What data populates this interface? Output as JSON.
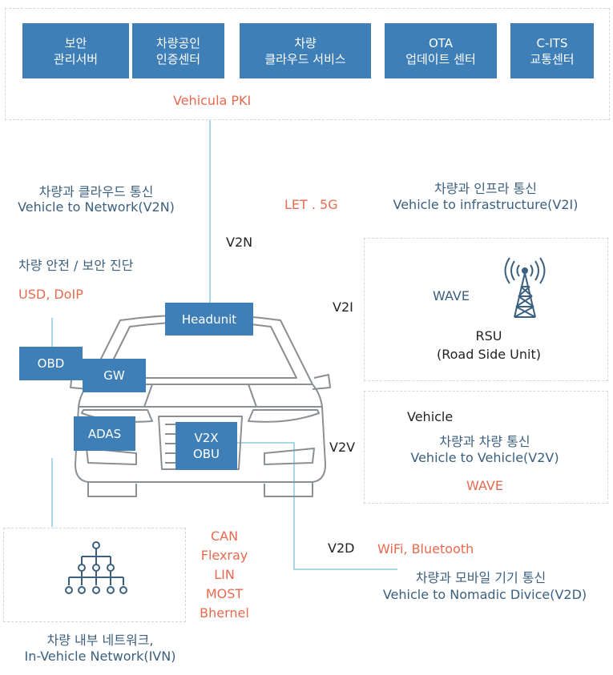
{
  "top_boxes": [
    {
      "line1": "보안",
      "line2": "관리서버"
    },
    {
      "line1": "차량공인",
      "line2": "인증센터"
    },
    {
      "line1": "차량",
      "line2": "클라우드 서비스"
    },
    {
      "line1": "OTA",
      "line2": "업데이트 센터"
    },
    {
      "line1": "C-ITS",
      "line2": "교통센터"
    }
  ],
  "vehicula_pki": "Vehicula PKI",
  "v2n": {
    "kr": "차량과 클라우드 통신",
    "en": "Vehicle to Network(V2N)",
    "tech": "LET . 5G",
    "tag": "V2N"
  },
  "v2i": {
    "kr": "차량과 인프라 통신",
    "en": "Vehicle to infrastructure(V2I)",
    "tag": "V2I",
    "wave": "WAVE",
    "rsu1": "RSU",
    "rsu2": "(Road Side Unit)"
  },
  "diag": {
    "kr": "차량 안전 / 보안 진단",
    "tech": "USD, DoIP"
  },
  "car_boxes": {
    "headunit": "Headunit",
    "obd": "OBD",
    "gw": "GW",
    "adas": "ADAS",
    "v2x1": "V2X",
    "v2x2": "OBU"
  },
  "v2v": {
    "vehicle": "Vehicle",
    "kr": "차량과 차량 통신",
    "en": "Vehicle to Vehicle(V2V)",
    "wave": "WAVE",
    "tag": "V2V"
  },
  "v2d": {
    "tag": "V2D",
    "tech": "WiFi, Bluetooth",
    "kr": "차량과 모바일 기기 통신",
    "en": "Vehicle to Nomadic Divice(V2D)"
  },
  "ivn": {
    "protocols": [
      "CAN",
      "Flexray",
      "LIN",
      "MOST",
      "Bhernel"
    ],
    "kr": "차량 내부 네트워크,",
    "en": "In-Vehicle Network(IVN)"
  },
  "colors": {
    "box": "#3f7fb8",
    "red": "#e86a4f",
    "blue_text": "#3b5f7e",
    "line": "#a9d7e6"
  }
}
